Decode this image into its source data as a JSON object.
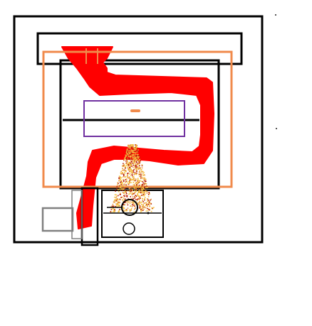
{
  "diagram": {
    "kind": "hand-drawn schematic, no printed text",
    "colors": {
      "background": "#ffffff",
      "outline": "#000000",
      "duct": "#ff0000",
      "frame": "#f08a4b",
      "panel": "#7030a0",
      "marker": "#f08a4b",
      "side_box": "#808080",
      "flame_yellow": "#f5c242",
      "flame_orange": "#e8963a",
      "flame_red": "#b81e0a"
    },
    "parts": [
      {
        "id": "outer-enclosure",
        "shape": "rectangle"
      },
      {
        "id": "top-hood",
        "shape": "rectangle"
      },
      {
        "id": "inner-chamber",
        "shape": "rectangle"
      },
      {
        "id": "orange-frame",
        "shape": "rectangle"
      },
      {
        "id": "red-duct",
        "shape": "serpentine band"
      },
      {
        "id": "purple-panel",
        "shape": "rectangle"
      },
      {
        "id": "center-rod",
        "shape": "line"
      },
      {
        "id": "small-marker",
        "shape": "dash"
      },
      {
        "id": "heater-box",
        "shape": "rectangle"
      },
      {
        "id": "burner-circle-top",
        "shape": "circle"
      },
      {
        "id": "burner-circle-bottom",
        "shape": "circle"
      },
      {
        "id": "flame-cloud",
        "shape": "particle cloud"
      },
      {
        "id": "gray-side-box",
        "shape": "rectangle"
      },
      {
        "id": "side-channel",
        "shape": "rectangle"
      }
    ]
  }
}
